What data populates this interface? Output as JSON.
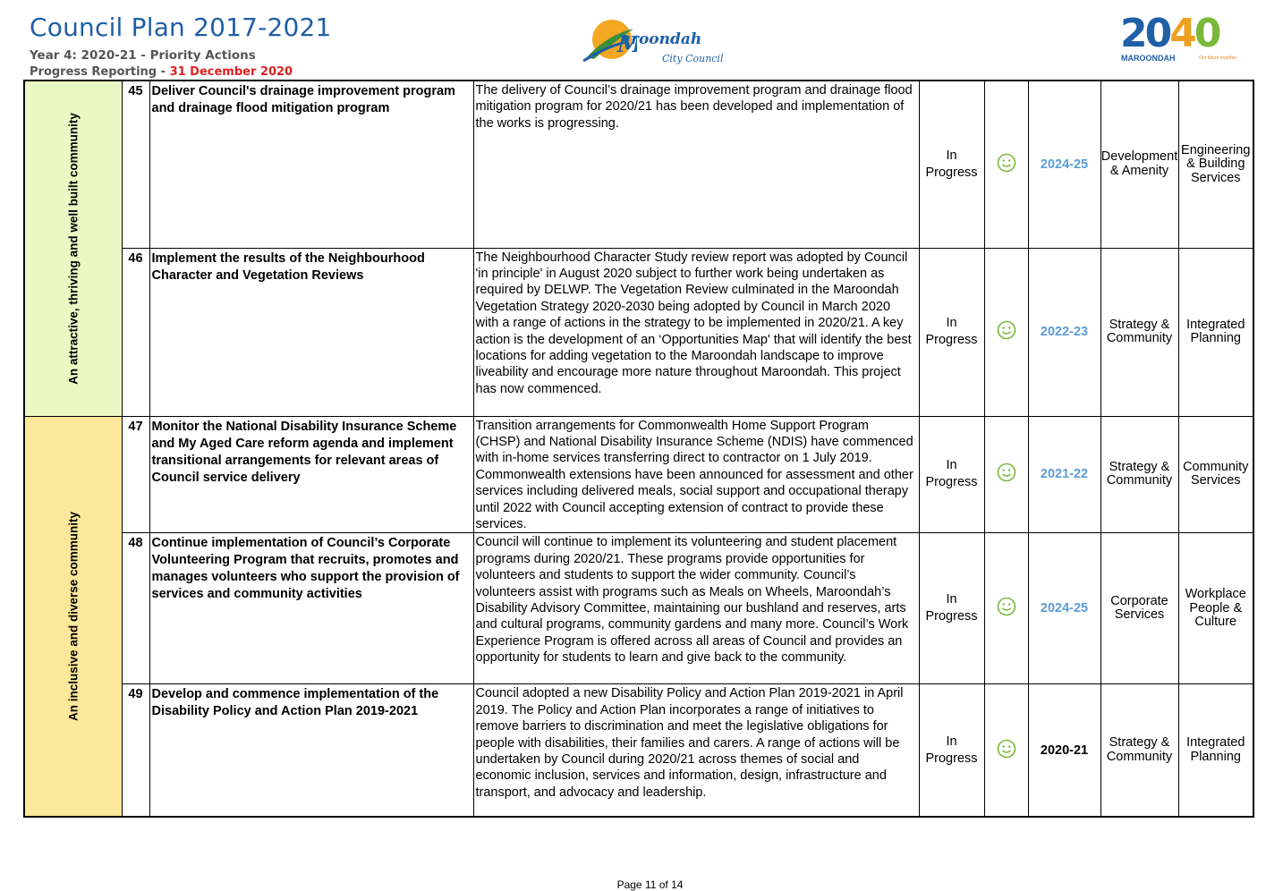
{
  "header": {
    "title": "Council Plan 2017-2021",
    "subtitle": "Year 4: 2020-21 - Priority Actions",
    "progress_label": "Progress Reporting - ",
    "progress_date": "31 December 2020"
  },
  "logos": {
    "maroondah_word": "aroondah",
    "maroondah_sub": "City Council",
    "v2040_a": "20",
    "v2040_b": "4",
    "v2040_c": "0",
    "v2040_name": "MAROONDAH",
    "v2040_tag": "Our future together"
  },
  "colors": {
    "title_blue": "#1f5fa6",
    "theme_green": "#eaf8c4",
    "theme_yellow": "#fce79a",
    "year_blue": "#5b9bd5",
    "smile_green": "#7ab83a",
    "date_red": "#e02020"
  },
  "themes": [
    {
      "label": "An attractive, thriving and well built community"
    },
    {
      "label": "An inclusive and diverse community"
    }
  ],
  "rows": [
    {
      "num": "45",
      "action": "Deliver Council's drainage improvement program and drainage flood mitigation program",
      "comment": "The delivery of Council’s drainage improvement program and drainage flood mitigation program for 2020/21 has been developed and implementation of the works is progressing.",
      "status": "In Progress",
      "indicator": "smiley-face-icon",
      "year": "2024-25",
      "directorate": "Development & Amenity",
      "service": "Engineering & Building Services"
    },
    {
      "num": "46",
      "action": "Implement the results of the Neighbourhood Character and Vegetation Reviews",
      "comment": "The Neighbourhood Character Study review report was adopted by Council 'in principle' in August 2020 subject to further work being undertaken as required by DELWP. The Vegetation Review culminated in the Maroondah Vegetation Strategy 2020-2030 being adopted by Council in March 2020 with a range of actions in the strategy to be implemented in 2020/21. A key action is the development of an ‘Opportunities Map' that will identify the best locations for adding vegetation to the Maroondah landscape to improve liveability and encourage more nature throughout Maroondah. This project has now commenced.",
      "status": "In Progress",
      "indicator": "smiley-face-icon",
      "year": "2022-23",
      "directorate": "Strategy & Community",
      "service": "Integrated Planning"
    },
    {
      "num": "47",
      "action": "Monitor the National Disability Insurance Scheme and My Aged Care reform agenda and implement transitional arrangements for relevant areas of Council service delivery",
      "comment": "Transition arrangements for Commonwealth Home Support Program (CHSP) and National Disability Insurance Scheme (NDIS) have commenced with in-home services transferring direct to contractor on 1 July 2019. Commonwealth extensions have been announced for assessment and other services including delivered meals, social support and occupational therapy until 2022 with Council accepting extension of contract to provide these services.",
      "status": "In Progress",
      "indicator": "smiley-face-icon",
      "year": "2021-22",
      "directorate": "Strategy & Community",
      "service": "Community Services"
    },
    {
      "num": "48",
      "action": "Continue implementation of Council’s Corporate Volunteering Program that recruits, promotes and manages volunteers who support the provision of services and community activities",
      "comment": "Council will continue to implement its volunteering and student placement programs during 2020/21. These programs provide opportunities for volunteers and students to support the wider community. Council’s volunteers assist with programs such as Meals on Wheels, Maroondah’s Disability Advisory Committee, maintaining our bushland and reserves, arts and cultural programs, community gardens and many more. Council’s Work Experience Program is offered across all areas of Council and provides an opportunity for students to learn and give back to the community.",
      "status": "In Progress",
      "indicator": "smiley-face-icon",
      "year": "2024-25",
      "directorate": "Corporate Services",
      "service": "Workplace People & Culture"
    },
    {
      "num": "49",
      "action": "Develop and commence implementation of the Disability Policy and Action Plan 2019-2021",
      "comment": "Council adopted a new Disability Policy and Action Plan 2019-2021 in April 2019. The Policy and Action Plan incorporates a range of initiatives to remove barriers to discrimination and meet the legislative obligations for people with disabilities, their families and carers. A range of actions will be undertaken by Council during 2020/21 across themes of social and economic inclusion, services and information, design, infrastructure and transport, and advocacy and leadership.",
      "status": "In Progress",
      "indicator": "smiley-face-icon",
      "year": "2020-21",
      "directorate": "Strategy & Community",
      "service": "Integrated Planning"
    }
  ],
  "footer": {
    "page": "Page 11 of 14"
  }
}
